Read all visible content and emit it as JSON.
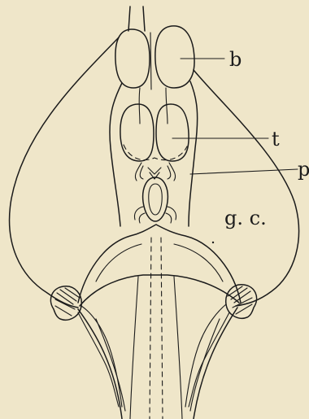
{
  "labels": {
    "b": "b",
    "t": "t",
    "p": "p",
    "gc": "g. c."
  },
  "colors": {
    "background": "#efe6c9",
    "ink": "#1b1b1b"
  }
}
